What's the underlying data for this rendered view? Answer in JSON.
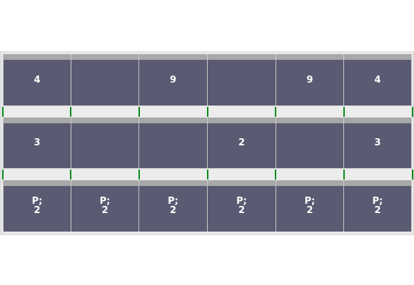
{
  "board": {
    "rows": [
      {
        "cells": [
          "4",
          "",
          "9",
          "",
          "9",
          "4"
        ]
      },
      {
        "cells": [
          "3",
          "",
          "",
          "2",
          "",
          "3"
        ]
      },
      {
        "cells": [
          "P;\n2",
          "P;\n2",
          "P;\n2",
          "P;\n2",
          "P;\n2",
          "P;\n2"
        ]
      }
    ]
  },
  "colors": {
    "cell": "#5a5a72",
    "cell_topbar": "#a8a8a8",
    "background": "#e8e8e8",
    "marker": "#0a8a1a"
  }
}
